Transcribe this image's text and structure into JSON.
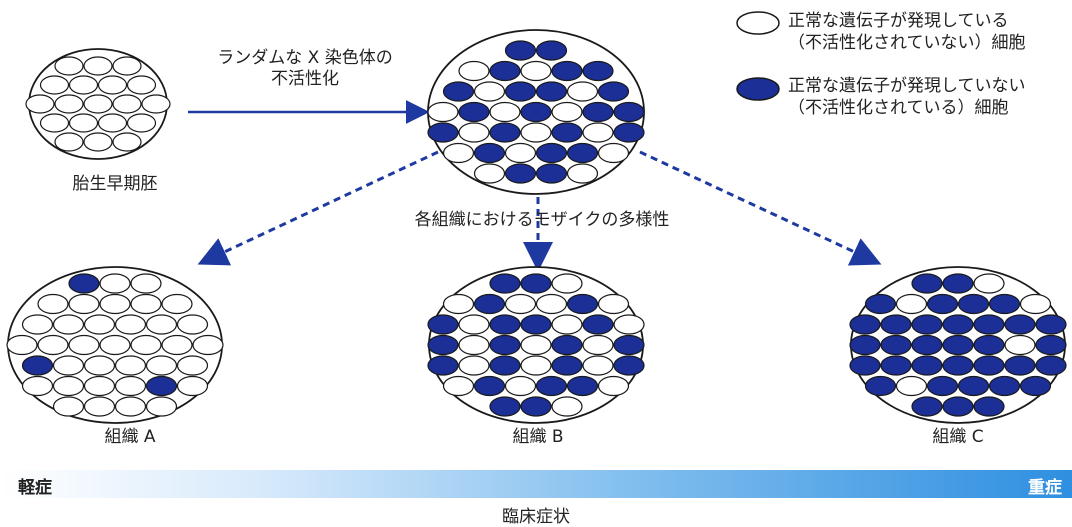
{
  "colors": {
    "blue": "#1b2f97",
    "outline": "#1a1a1a",
    "arrow": "#1e3aa0",
    "bar_end": "#2f8fe0"
  },
  "labels": {
    "early_embryo": "胎生早期胚",
    "inactivation_line1": "ランダムな X 染色体の",
    "inactivation_line2": "不活性化",
    "mosaic": "各組織におけるモザイクの多様性",
    "tissue_a": "組織 A",
    "tissue_b": "組織 B",
    "tissue_c": "組織 C",
    "mild": "軽症",
    "severe": "重症",
    "clinical": "臨床症状"
  },
  "legend": {
    "white_line1": "正常な遺伝子が発現している",
    "white_line2": "（不活性化されていない）細胞",
    "blue_line1": "正常な遺伝子が発現していない",
    "blue_line2": "（不活性化されている）細胞"
  },
  "clusters": {
    "embryo": {
      "rows": [
        "ooo",
        "oooo",
        "ooooo",
        "oooo",
        "ooo"
      ]
    },
    "mosaic": {
      "rows": [
        "xx",
        "oxoxx",
        "xoxxox",
        "oxoxoxx",
        "xoxoxox",
        "oxoxxo",
        "oxxo"
      ]
    },
    "tissue_a": {
      "rows": [
        "xoo",
        "ooooo",
        "oooooo",
        "ooooooo",
        "xooooo",
        "ooooxo",
        "oooo"
      ]
    },
    "tissue_b": {
      "rows": [
        "xxo",
        "oxooxo",
        "xoxxoxo",
        "xoxoxox",
        "xoxoxox",
        "oxoxxo",
        "xxo"
      ]
    },
    "tissue_c": {
      "rows": [
        "xxo",
        "xoxxxo",
        "xxxxxxx",
        "xxxxxox",
        "xxxxxxx",
        "xoxxxx",
        "xxx"
      ]
    }
  }
}
